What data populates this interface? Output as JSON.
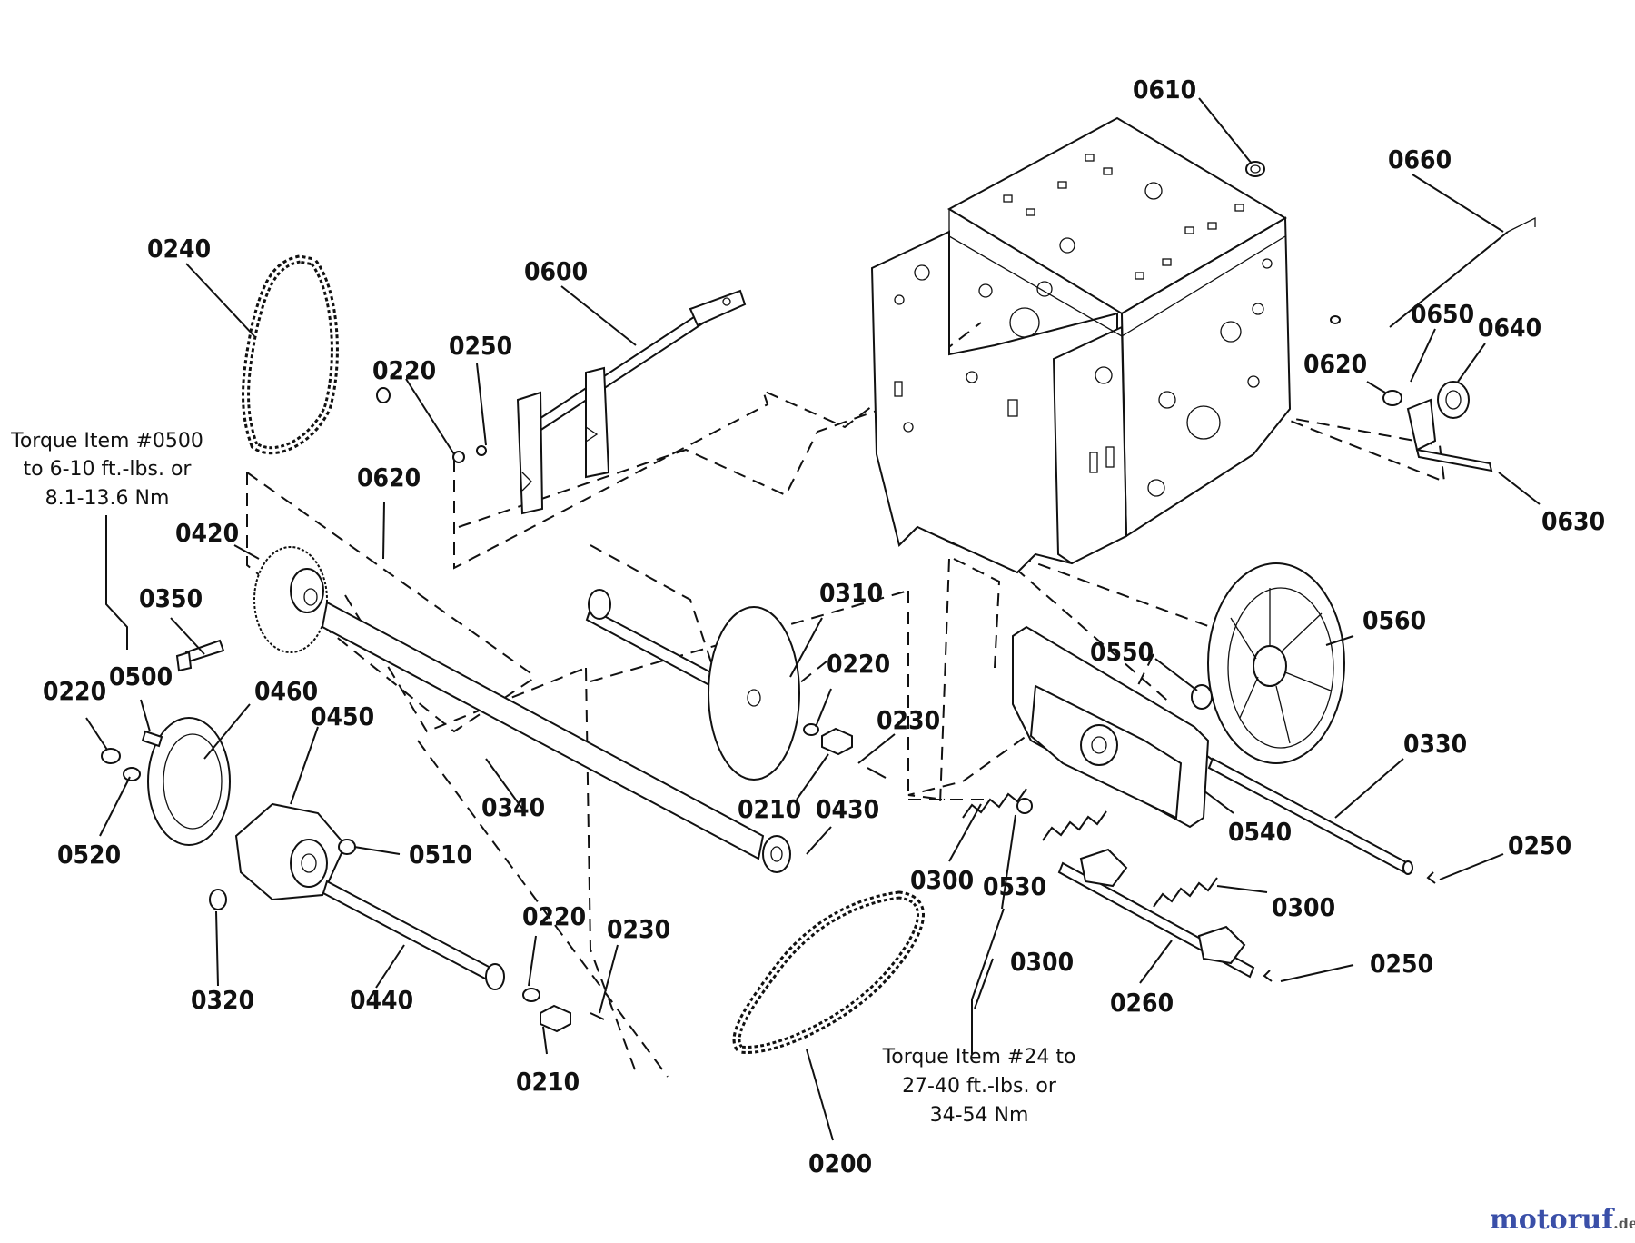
{
  "labels": {
    "p0610": "0610",
    "p0660": "0660",
    "p0240": "0240",
    "p0600": "0600",
    "p0250a": "0250",
    "p0220a": "0220",
    "p0620a": "0620",
    "p0420": "0420",
    "p0350": "0350",
    "p0500": "0500",
    "p0220b": "0220",
    "p0460": "0460",
    "p0450": "0450",
    "p0520": "0520",
    "p0510": "0510",
    "p0340": "0340",
    "p0310": "0310",
    "p0220c": "0220",
    "p0230a": "0230",
    "p0210a": "0210",
    "p0430": "0430",
    "p0320": "0320",
    "p0440": "0440",
    "p0220d": "0220",
    "p0230b": "0230",
    "p0210b": "0210",
    "p0200": "0200",
    "p0650": "0650",
    "p0640": "0640",
    "p0620b": "0620",
    "p0630": "0630",
    "p0560": "0560",
    "p0550": "0550",
    "p0330": "0330",
    "p0540": "0540",
    "p0250b": "0250",
    "p0300a": "0300",
    "p0530": "0530",
    "p0300b": "0300",
    "p0300c": "0300",
    "p0260": "0260",
    "p0250c": "0250"
  },
  "notes": {
    "torque_0500": [
      "Torque Item #0500",
      "to 6-10 ft.-lbs. or",
      "8.1-13.6 Nm"
    ],
    "torque_24": [
      "Torque Item #24 to",
      "27-40 ft.-lbs. or",
      "34-54 Nm"
    ]
  },
  "watermark": {
    "main": "motoruf",
    "suffix": ".de"
  },
  "colors": {
    "line": "#111111",
    "watermark_blue": "#3a4fa8",
    "watermark_red": "#d8321e"
  }
}
